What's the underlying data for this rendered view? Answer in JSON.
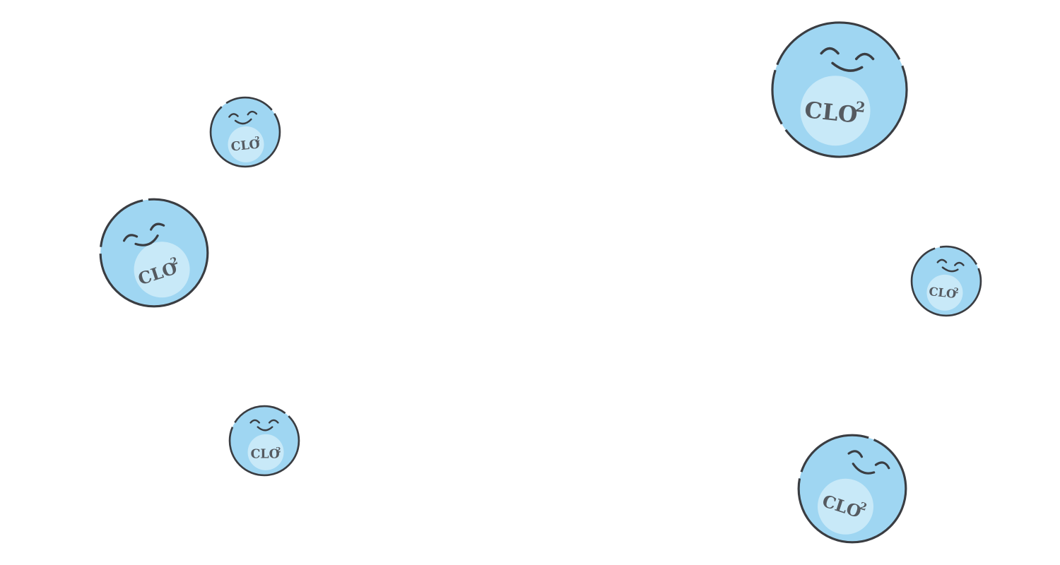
{
  "colors": {
    "bubble_fill": "#9fd6f2",
    "inner_fill": "#c8e9f8",
    "outline": "#3a3d42",
    "text": "#555a60",
    "background": "#ffffff"
  },
  "bubbles": [
    {
      "label": "CLO",
      "superscript": "2"
    },
    {
      "label": "CLO",
      "superscript": "2"
    },
    {
      "label": "CLO",
      "superscript": "2"
    },
    {
      "label": "CLO",
      "superscript": "2"
    },
    {
      "label": "CLO",
      "superscript": "2"
    },
    {
      "label": "CLO",
      "superscript": "2"
    }
  ]
}
